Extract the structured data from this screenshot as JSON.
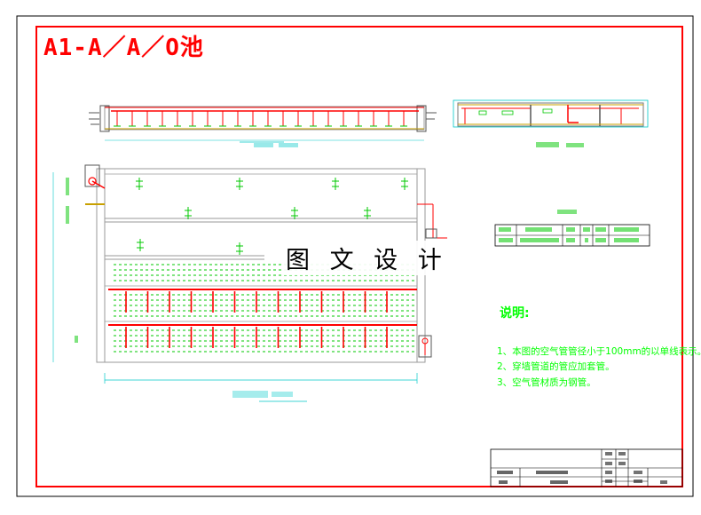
{
  "drawing": {
    "title": "A1-A／A／O池",
    "watermark": "图 文 设 计",
    "notes_title": "说明:",
    "notes": [
      "1、本图的空气管管径小于100mm的以单线表示。",
      "2、穿墙管道的管应加套管。",
      "3、空气管材质为钢管。"
    ]
  },
  "colors": {
    "frame_red": "#ff0000",
    "pipe_red": "#ff0000",
    "label_green": "#00ff00",
    "structure_white": "#c8c8c8",
    "dimension_cyan": "#00c8c8",
    "paper": "#ffffff"
  }
}
